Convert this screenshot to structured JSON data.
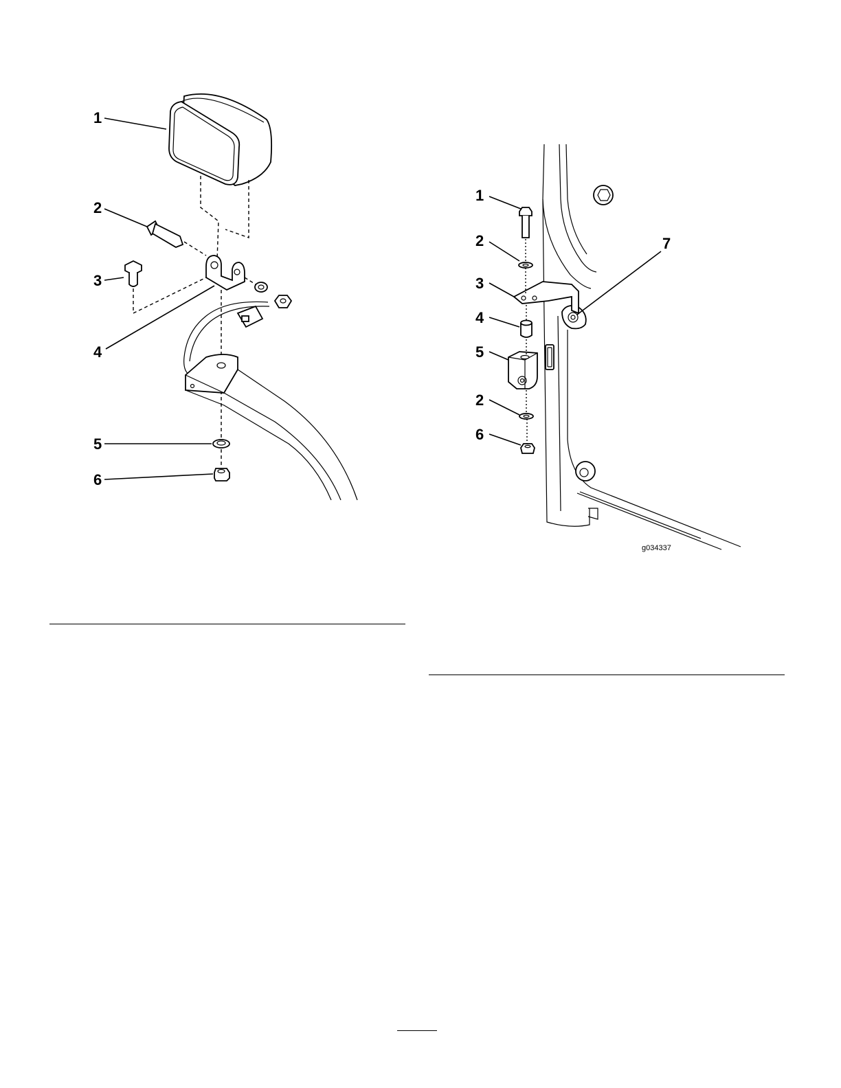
{
  "figure_left": {
    "callouts": [
      "1",
      "2",
      "3",
      "4",
      "5",
      "6"
    ]
  },
  "figure_right": {
    "callouts": [
      "1",
      "2",
      "3",
      "4",
      "5",
      "2",
      "6",
      "7"
    ],
    "figure_id": "g034337"
  }
}
